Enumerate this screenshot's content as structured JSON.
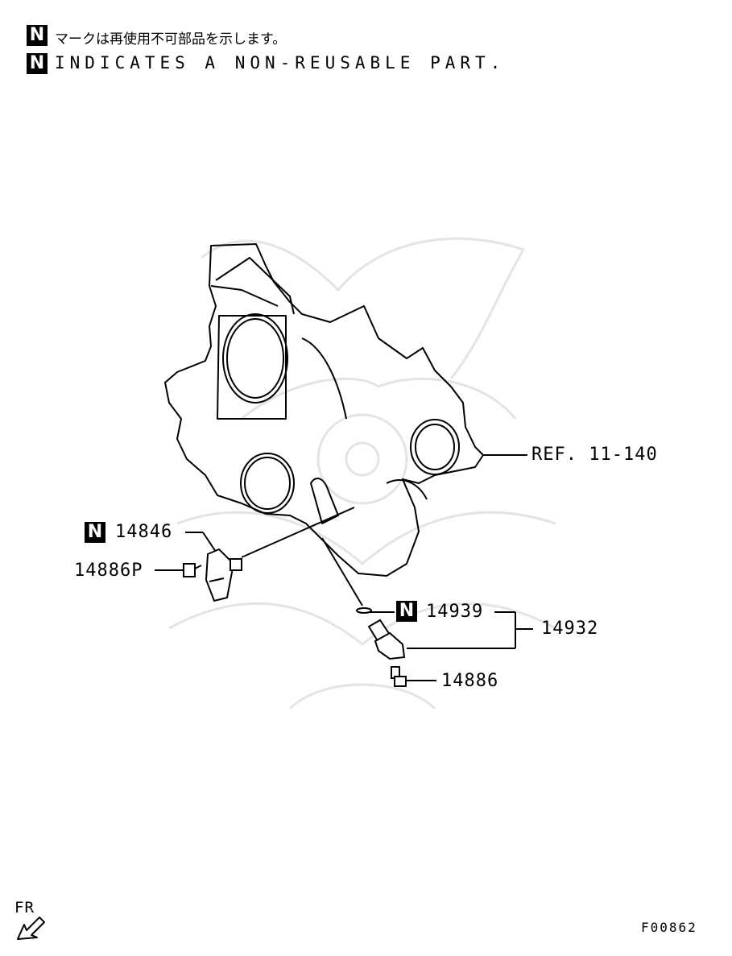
{
  "legend": {
    "badge": "N",
    "jp_text": "マークは再使用不可部品を示します。",
    "en_text": "INDICATES A NON-REUSABLE PART."
  },
  "callouts": {
    "ref": "REF. 11-140",
    "p14846": "14846",
    "p14886P": "14886P",
    "p14939": "14939",
    "p14932": "14932",
    "p14886": "14886"
  },
  "direction": {
    "label": "FR"
  },
  "figure_code": "F00862"
}
